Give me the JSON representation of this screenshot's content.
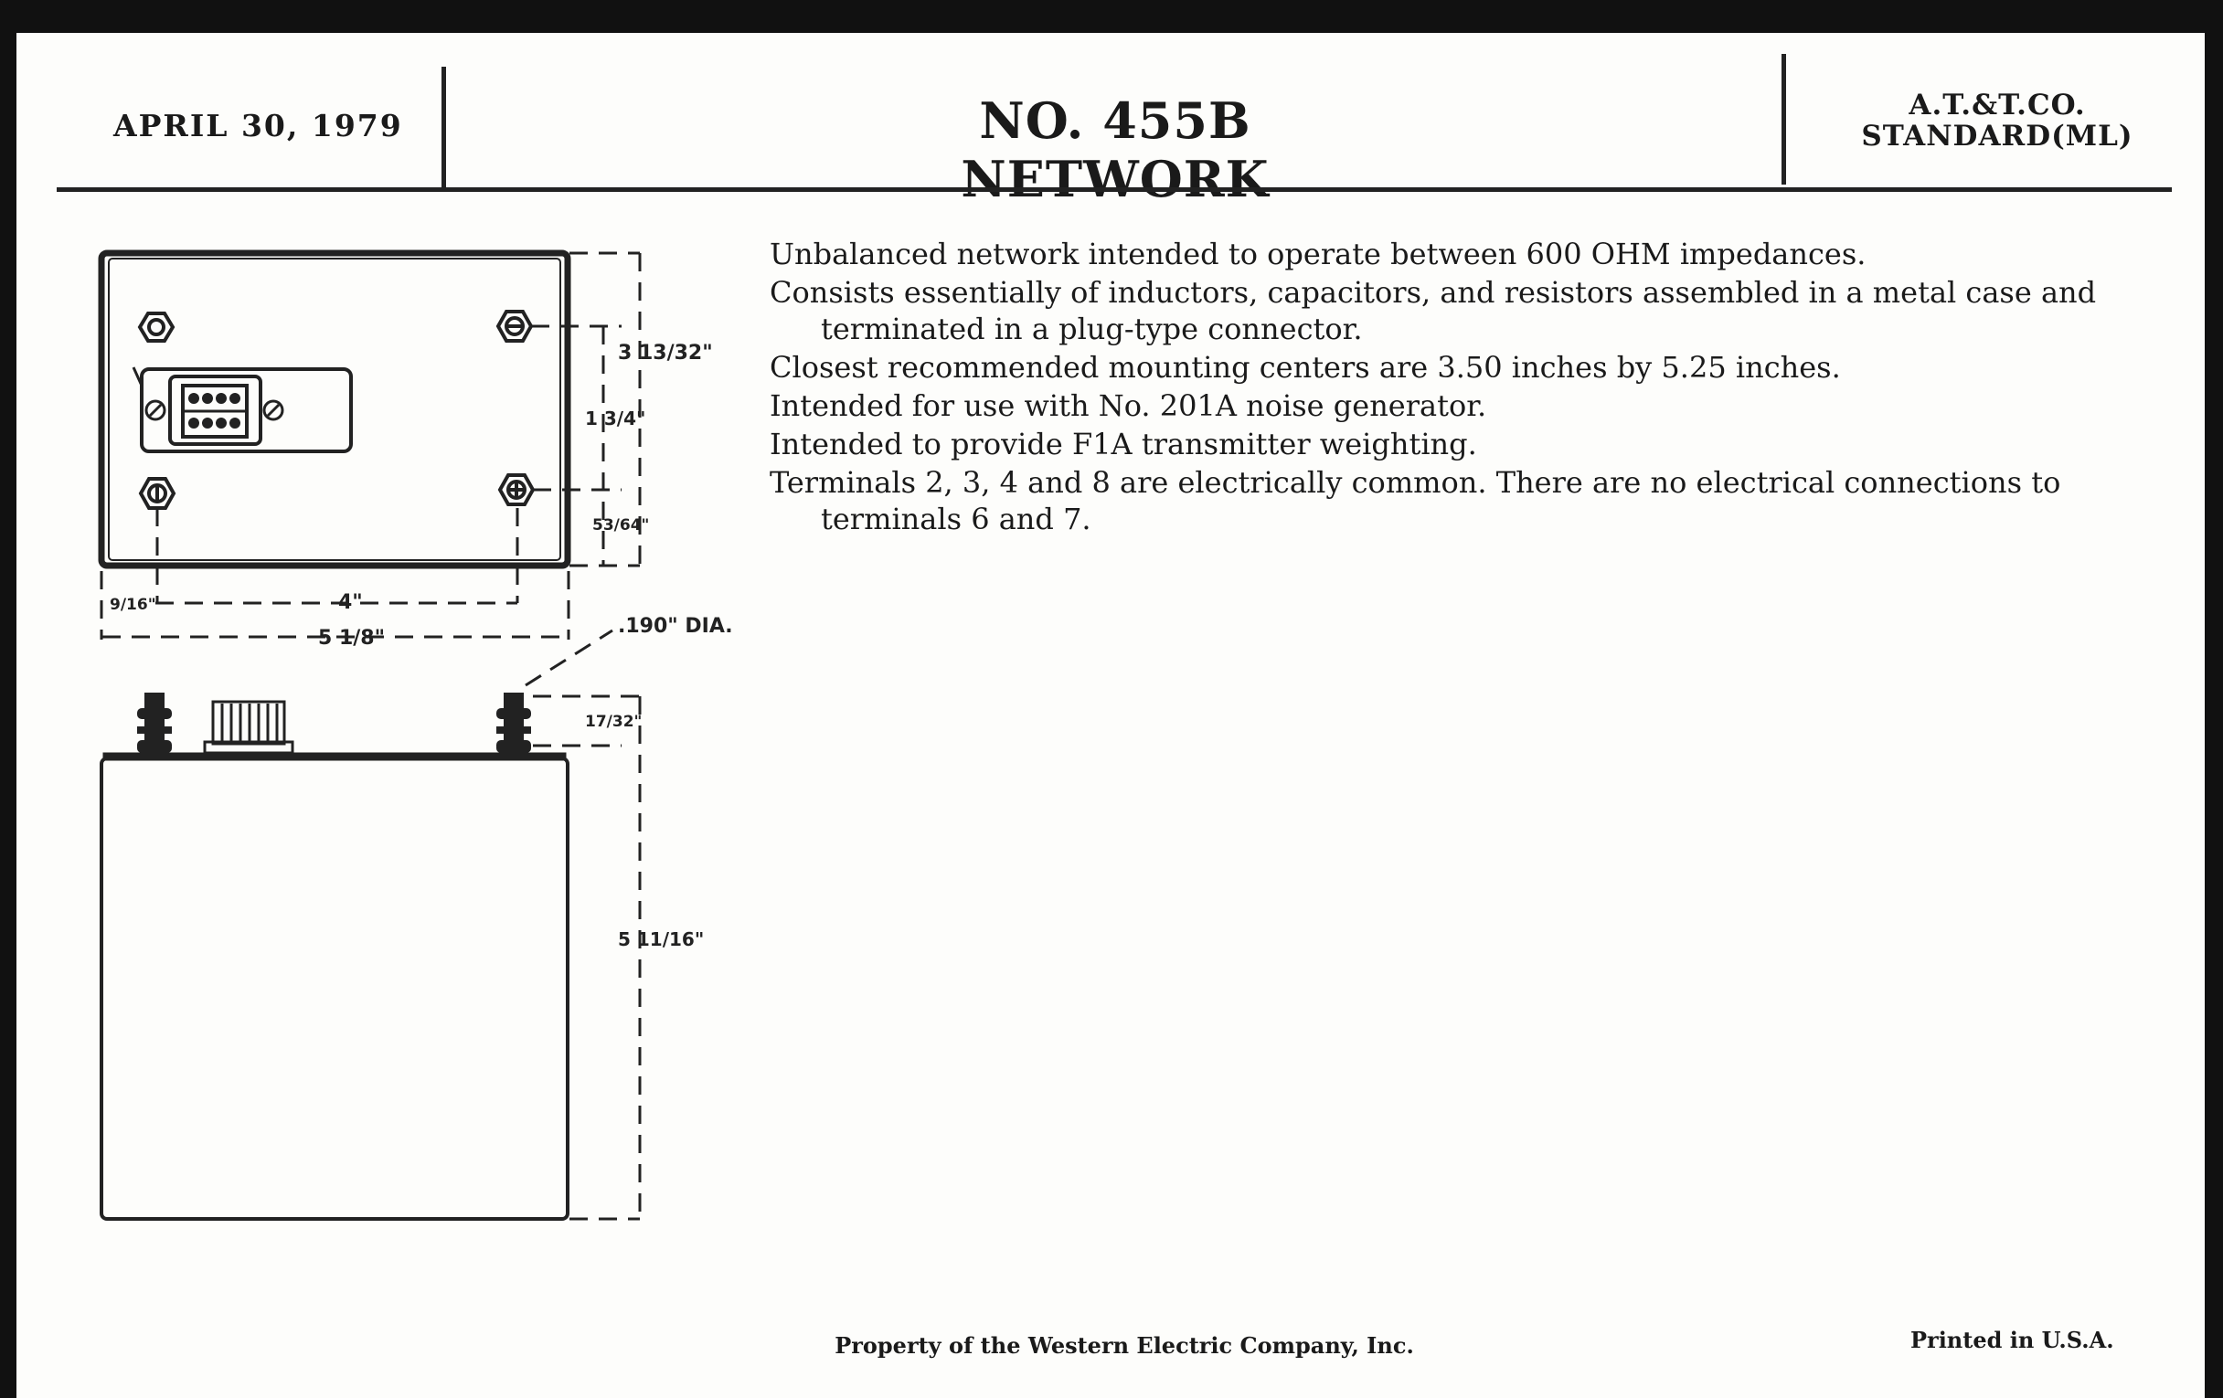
{
  "header": {
    "date": "APRIL 30, 1979",
    "title": "NO. 455B NETWORK",
    "standard_line1": "A.T.&T.CO.",
    "standard_line2": "STANDARD(ML)"
  },
  "description": [
    "Unbalanced network intended to operate between 600 OHM impedances.",
    "Consists essentially of inductors, capacitors, and resistors assembled in a metal case and terminated in a plug-type connector.",
    "Closest recommended mounting centers are 3.50 inches by 5.25 inches.",
    "Intended for use with No. 201A noise generator.",
    "Intended to provide F1A transmitter weighting.",
    "Terminals 2, 3, 4 and 8 are electrically common. There are no electrical connections to terminals 6 and 7."
  ],
  "drawing": {
    "dim_height_top": "3 13/32\"",
    "dim_mount_vertical": "1 3/4\"",
    "dim_bottom_offset": "53/64\"",
    "dim_left_offset": "9/16\"",
    "dim_mount_horizontal": "4\"",
    "dim_width": "5 1/8\"",
    "dim_terminal_dia": ".190\" DIA.",
    "dim_terminal_height": "17/32\"",
    "dim_case_height": "5 11/16\""
  },
  "footer": {
    "property": "Property of the Western Electric Company, Inc.",
    "printed": "Printed in U.S.A."
  }
}
